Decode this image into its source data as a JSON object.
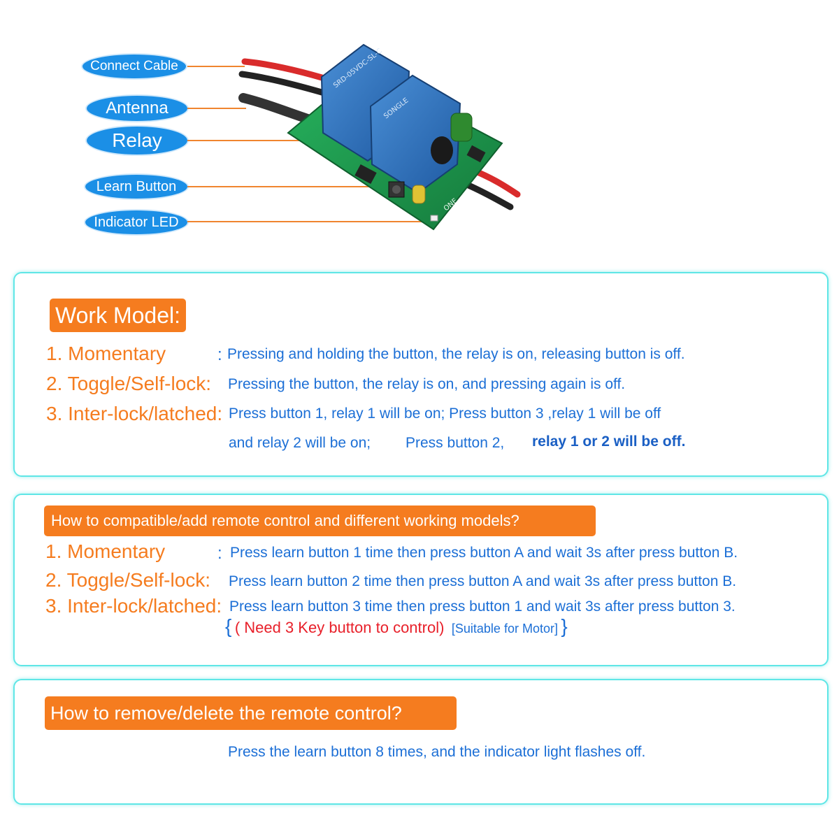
{
  "callouts": [
    "Connect Cable",
    "Antenna",
    "Relay",
    "Learn Button",
    "Indicator LED"
  ],
  "board": {
    "relay_text_1": "SRD-05VDC-SL-C",
    "relay_text_2": "SONGLE",
    "pcb_text": "ONE"
  },
  "work_model": {
    "tag": "Work Model:",
    "modes": [
      {
        "name": "1. Momentary",
        "desc": "Pressing and holding the button, the relay is on, releasing button is off."
      },
      {
        "name": "2. Toggle/Self-lock:",
        "desc": "Pressing the button, the relay is on, and pressing again is off."
      },
      {
        "name": "3. Inter-lock/latched:",
        "desc": "Press button 1, relay 1 will be on; Press button 3 ,relay 1 will be off"
      }
    ],
    "colon": ":",
    "line4_a": "and  relay 2 will be on;",
    "line4_b": "Press button 2,",
    "line4_c": "relay 1 or 2 will be off."
  },
  "compat": {
    "tag": "How to compatible/add remote control and different working models?",
    "modes": [
      {
        "name": "1. Momentary",
        "desc": "Press learn button 1 time then press button A and wait 3s after press button B."
      },
      {
        "name": "2. Toggle/Self-lock:",
        "desc": "Press learn button 2 time then press button A and wait 3s after press button B."
      },
      {
        "name": "3. Inter-lock/latched:",
        "desc": "Press learn button 3 time then press button 1 and wait 3s after press button 3."
      }
    ],
    "colon": ":",
    "note_open": "{",
    "note_red": "( Need 3 Key button to control)",
    "note_blue": "[Suitable for Motor]",
    "note_close": "}"
  },
  "remove": {
    "tag": "How to remove/delete the remote control?",
    "desc": "Press the learn button 8 times, and the indicator light flashes off."
  },
  "colors": {
    "pill_blue": "#1b8fe6",
    "orange": "#f57c1f",
    "text_blue": "#1c6fd6",
    "red": "#e8202a",
    "panel_border": "#5fe6e6",
    "pcb_green": "#1f9a4e",
    "relay_blue": "#2f6fb8"
  }
}
